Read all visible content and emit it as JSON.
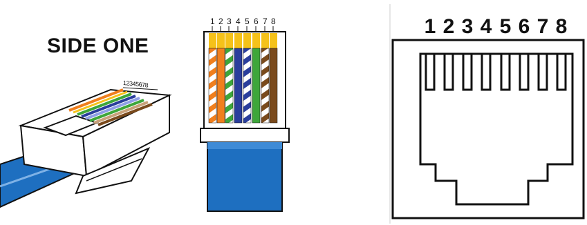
{
  "left": {
    "title": "SIDE ONE",
    "pin_numbers": [
      "1",
      "2",
      "3",
      "4",
      "5",
      "6",
      "7",
      "8"
    ]
  },
  "middle": {
    "pin_numbers": [
      "1",
      "2",
      "3",
      "4",
      "5",
      "6",
      "7",
      "8"
    ],
    "wires": [
      {
        "pin": "1",
        "color": "white-orange"
      },
      {
        "pin": "2",
        "color": "orange"
      },
      {
        "pin": "3",
        "color": "white-green"
      },
      {
        "pin": "4",
        "color": "blue"
      },
      {
        "pin": "5",
        "color": "white-blue"
      },
      {
        "pin": "6",
        "color": "green"
      },
      {
        "pin": "7",
        "color": "white-brown"
      },
      {
        "pin": "8",
        "color": "brown"
      }
    ]
  },
  "right": {
    "pin_numbers": [
      "1",
      "2",
      "3",
      "4",
      "5",
      "6",
      "7",
      "8"
    ]
  },
  "colors": {
    "orange": "#f07f1d",
    "green": "#3ea63a",
    "blue": "#2a3e9c",
    "brown": "#7a4a1c",
    "white": "#ffffff",
    "gold": "#f5c21a",
    "cable_blue": "#1e6fc0",
    "outline": "#111111"
  }
}
